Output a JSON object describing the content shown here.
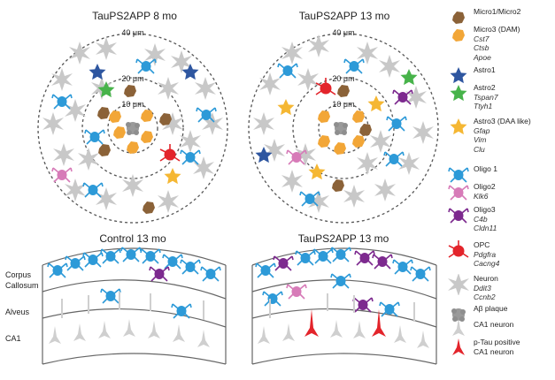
{
  "panels": {
    "tl_title": "TauPS2APP 8 mo",
    "tr_title": "TauPS2APP 13 mo",
    "bl_title": "Control 13 mo",
    "br_title": "TauPS2APP 13 mo",
    "ring_labels": [
      "40 μm",
      "20 μm",
      "10 μm"
    ]
  },
  "regions": [
    "Corpus",
    "Callosum",
    "Alveus",
    "CA1"
  ],
  "legend": [
    {
      "name": "Micro1/Micro2",
      "genes": [],
      "icon": "micro-hexagon-icon",
      "color": "#8B6238"
    },
    {
      "name": "Micro3 (DAM)",
      "genes": [
        "Cst7",
        "Ctsb",
        "Apoe"
      ],
      "icon": "micro-hexagon-icon",
      "color": "#F2A637"
    },
    {
      "name": "Astro1",
      "genes": [],
      "icon": "star-icon",
      "color": "#2E56A0"
    },
    {
      "name": "Astro2",
      "genes": [
        "Tspan7",
        "Ttyh1"
      ],
      "icon": "star-icon",
      "color": "#47B34A"
    },
    {
      "name": "Astro3 (DAA like)",
      "genes": [
        "Gfap",
        "Vim",
        "Clu"
      ],
      "icon": "star-icon",
      "color": "#F5B733"
    },
    {
      "name": "Oligo 1",
      "genes": [],
      "icon": "oligo-icon",
      "color": "#2D9AD8"
    },
    {
      "name": "Oligo2",
      "genes": [
        "Klk6"
      ],
      "icon": "oligo-icon",
      "color": "#D77BB8"
    },
    {
      "name": "Oligo3",
      "genes": [
        "C4b",
        "Cldn11"
      ],
      "icon": "oligo-icon",
      "color": "#7D2A8F"
    },
    {
      "name": "OPC",
      "genes": [
        "Pdgfra",
        "Cacng4"
      ],
      "icon": "opc-icon",
      "color": "#E3242B"
    },
    {
      "name": "Neuron",
      "genes": [
        "Ddit3",
        "Ccnb2"
      ],
      "icon": "neuron-icon",
      "color": "#C9C9C9"
    },
    {
      "name": "Aβ plaque",
      "genes": [],
      "icon": "plaque-icon",
      "color": "#9A9A9A"
    },
    {
      "name": "CA1 neuron",
      "genes": [],
      "icon": "ca1-neuron-icon",
      "color": "#C9C9C9"
    },
    {
      "name": "p-Tau positive",
      "genes": [
        "CA1 neuron"
      ],
      "icon": "ptau-neuron-icon",
      "color": "#E3242B"
    }
  ]
}
